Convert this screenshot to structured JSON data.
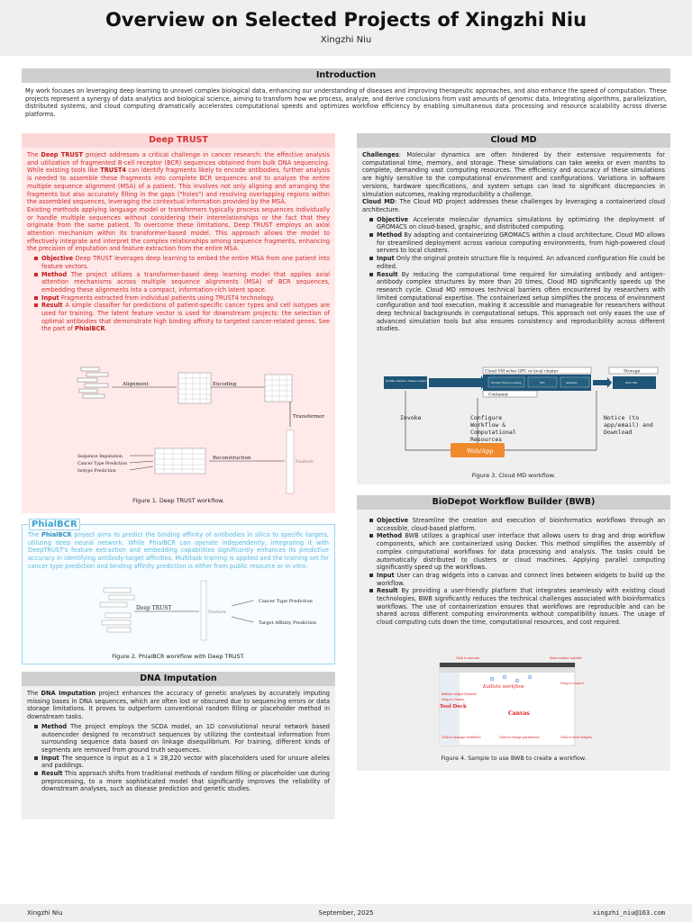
{
  "header": {
    "title": "Overview on Selected Projects of Xingzhi Niu",
    "author": "Xingzhi Niu"
  },
  "intro": {
    "heading": "Introduction",
    "text": "My work focuses on leveraging deep learning to unravel complex biological data, enhancing our understanding of diseases and improving therapeutic approaches, and also enhance the speed of computation. These projects represent a synergy of data analytics and biological science, aiming to transform how we process, analyze, and derive conclusions from vast amounts of genomic data. Integrating algorithms, parallelization, distributed systems, and cloud computing dramatically accelerates computational speeds and optimizes workflow efficiency by enabling simultaneous data processing and resource scalability across diverse platforms."
  },
  "deep_trust": {
    "heading": "Deep TRUST",
    "p1_a": "The ",
    "p1_b": "Deep TRUST",
    "p1_c": " project addresses a critical challenge in cancer research: the effective analysis and utilization of fragmented B-cell receptor (BCR) sequences obtained from bulk DNA sequencing. While existing tools like ",
    "p1_d": "TRUST4",
    "p1_e": " can identify fragments likely to encode antibodies, further analysis is needed to assemble these fragments into complete BCR sequences and to analyze the entire multiple sequence alignment (MSA) of a patient. This involves not only aligning and arranging the fragments but also accurately filling in the gaps (\"holes\") and resolving overlapping regions within the assembled sequences, leveraging the contextual information provided by the MSA.",
    "p2": "Existing methods applying language model or transformers typically process sequences individually or handle multiple sequences without considering their interrelationships or the fact that they originate from the same patient. To overcome these limitations, Deep TRUST employs an axial attention mechanism within its transformer-based model. This approach allows the model to effectively integrate and interpret the complex relationships among sequence fragments, enhancing the precision of imputation and feature extraction from the entire MSA.",
    "items": [
      {
        "label": "Objective",
        "text": " Deep TRUST leverages deep learning to embed the entire MSA from one patient into feature vectors."
      },
      {
        "label": "Method",
        "text": " The project utilizes a transformer-based deep learning model that applies axial attention mechanisms across multiple sequence alignments (MSA) of BCR sequences, embedding these alignments into a compact, information-rich latent space."
      },
      {
        "label": "Input",
        "text": " Fragments extracted from individual patients using TRUST4 technology."
      },
      {
        "label": "Result",
        "text": " A simple classifier for predictions of patient-specific cancer types and cell isotypes are used for training. The latent feature vector is used for downstream projects: the selection of optimal antibodies that demonstrate high binding affinity to targeted cancer-related genes. See the part of "
      }
    ],
    "result_link": "PhialBCR",
    "figure": {
      "alignment": "Alignment",
      "encoding": "Encoding",
      "transformer": "Transformer",
      "reconstruction": "Reconstruction",
      "feature": "Feature",
      "outputs": [
        "Sequence Imputation",
        "Cancer Type Prediction",
        "Isotype Prediction"
      ]
    },
    "caption": "Figure 1. Deep TRUST workflow."
  },
  "phial": {
    "heading": "PhialBCR",
    "p_a": "The ",
    "p_b": "PhialBCR",
    "p_c": " project aims to predict the binding affinity of antibodies in silico to specific targets, utilizing deep neural network.  While PhialBCR can operate independently, integrating it with DeepTRUST's feature extraction and embedding capabilities significantly enhances its predictive accuracy in identifying antibody-target affinities. Multitask training is applied and the training set for cancer type prediction and binding affinity prediction is either from public resource or in vitro.",
    "figure": {
      "deep_trust": "Deep TRUST",
      "feature": "Feature",
      "cancer": "Cancer Type Prediction",
      "affinity": "Target Affinity Prediction"
    },
    "caption": "Figure 2. PhialBCR workflow with Deep TRUST."
  },
  "dna": {
    "heading": "DNA Imputation",
    "p_a": "The ",
    "p_b": "DNA Imputation",
    "p_c": " project enhances the accuracy of genetic analyses by accurately imputing missing bases in DNA sequences, which are often lost or obscured due to sequencing errors or data storage limitations. It proves to outperform conventional random filling or placeholder method in downstream tasks.",
    "items": [
      {
        "label": "Method",
        "text": " The project employs the SCDA model, an 1D convolutional neural network based autoencoder designed to reconstruct sequences by utilizing the contextual information from surrounding sequence data based on linkage disequilibrium. For training, different kinds of segments are removed from ground truth sequences."
      },
      {
        "label": "Input",
        "text": " The sequence is input as a 1 × 28,220 vector with placeholders used for unsure alleles and paddings."
      },
      {
        "label": "Result",
        "text": " This approach shifts from traditional methods of random filling or placeholder use during preprocessing, to a more sophisticated model that significantly improves the reliability of downstream analyses, such as disease prediction and genetic studies."
      }
    ]
  },
  "cloud_md": {
    "heading": "Cloud MD",
    "challenges_label": "Challenges",
    "challenges_text": ": Molecular dynamics are often hindered by their extensive requirements for computational time, memory, and storage. These simulations can take weeks or even months to complete, demanding vast computing resources. The efficiency and accuracy of these simulations are highly sensitive to the computational environment and configurations. Variations in software versions, hardware specifications, and system setups can lead to significant discrepancies in simulation outcomes, making reproducibility a challenge.",
    "cloud_label": "Cloud MD",
    "cloud_text": ": The Cloud MD project addresses these challenges by leveraging a containerized cloud architecture.",
    "items": [
      {
        "label": "Objective",
        "text": " Accelerate molecular dynamics simulations by optimizing the deployment of GROMACS on cloud-based, graphic, and distributed computing."
      },
      {
        "label": "Method",
        "text": " By adapting and containerizing GROMACS within a cloud architecture, Cloud MD allows for streamlined deployment across various computing environments, from high-powered cloud servers to local clusters."
      },
      {
        "label": "Input",
        "text": " Only the original protein structure file is required. An advanced configuration file could be edited."
      },
      {
        "label": "Result",
        "text": " By reducing the computational time required for simulating antibody and antigen-antibody complex structures by more than 20 times, Cloud MD significantly speeds up the research cycle. Cloud MD removes technical barriers often encountered by researchers with limited computational expertise. The containerized setup simplifies the process of environment configuration and tool execution, making it accessible and manageable for researchers without deep technical backgrounds in computational setups. This approach not only eases the use of advanced simulation tools but also ensures consistency and reproducibility across different studies."
      }
    ],
    "figure": {
      "vm": "Cloud VM w/wo GPU or local cluster",
      "storage": "Storage",
      "container": "Container",
      "input_box": "Initially Instance Image Loaded FOR",
      "step1": "Protein Preprocessing",
      "step2": "MD",
      "step3": "Analysis",
      "output_box": "GPU MD",
      "invoke": "Invoke",
      "configure": "Configure\nWorkflow &\nComputational\nResources",
      "notice": "Notice (to\napp/email) and\nDownload",
      "webapp": "Web/App"
    },
    "caption": "Figure 3. Cloud MD workflow."
  },
  "bwb": {
    "heading": "BioDepot Workflow Builder (BWB)",
    "items": [
      {
        "label": "Objective",
        "text": " Streamline the creation and execution of bioinformatics workflows through an accessible, cloud-based platform."
      },
      {
        "label": "Method",
        "text": " BWB utilizes a graphical user interface that allows users to drag and drop workflow components, which are containerized using Docker. This method simplifies the assembly of complex computational workflows for data processing and analysis. The tasks could be automatically distributed to clusters or cloud machines. Applying parallel computing significantly speed up the workflows."
      },
      {
        "label": "Input",
        "text": " User can drag widgets into a canvas and connect lines between widgets to build up the workflow."
      },
      {
        "label": "Result",
        "text": " By providing a user-friendly platform that integrates seamlessly with existing cloud technologies, BWB significantly reduces the technical challenges associated with bioinformatics workflows. The use of containerization ensures that workflows are reproducible and can be shared across different computing environments without compatibility issues. The usage of cloud computing cuts down the time, computational resources, and cost required."
      }
    ],
    "figure": {
      "kallisto": "Kallisto workflow",
      "tool_dock": "Tool Dock",
      "canvas": "Canvas",
      "notes": [
        "Kallisto widget (drawer)",
        "Click to execute",
        "Click to manage workflows",
        "Start window controls",
        "Drag to connect",
        "Click to change parameters",
        "Click to dock widgets",
        "Drag to Canvas"
      ]
    },
    "caption": "Figure 4. Sample to use BWB to create a workflow."
  },
  "footer": {
    "left": "Xingzhi Niu",
    "center": "September, 2025",
    "right": "xingzhi_niu@163.com"
  }
}
